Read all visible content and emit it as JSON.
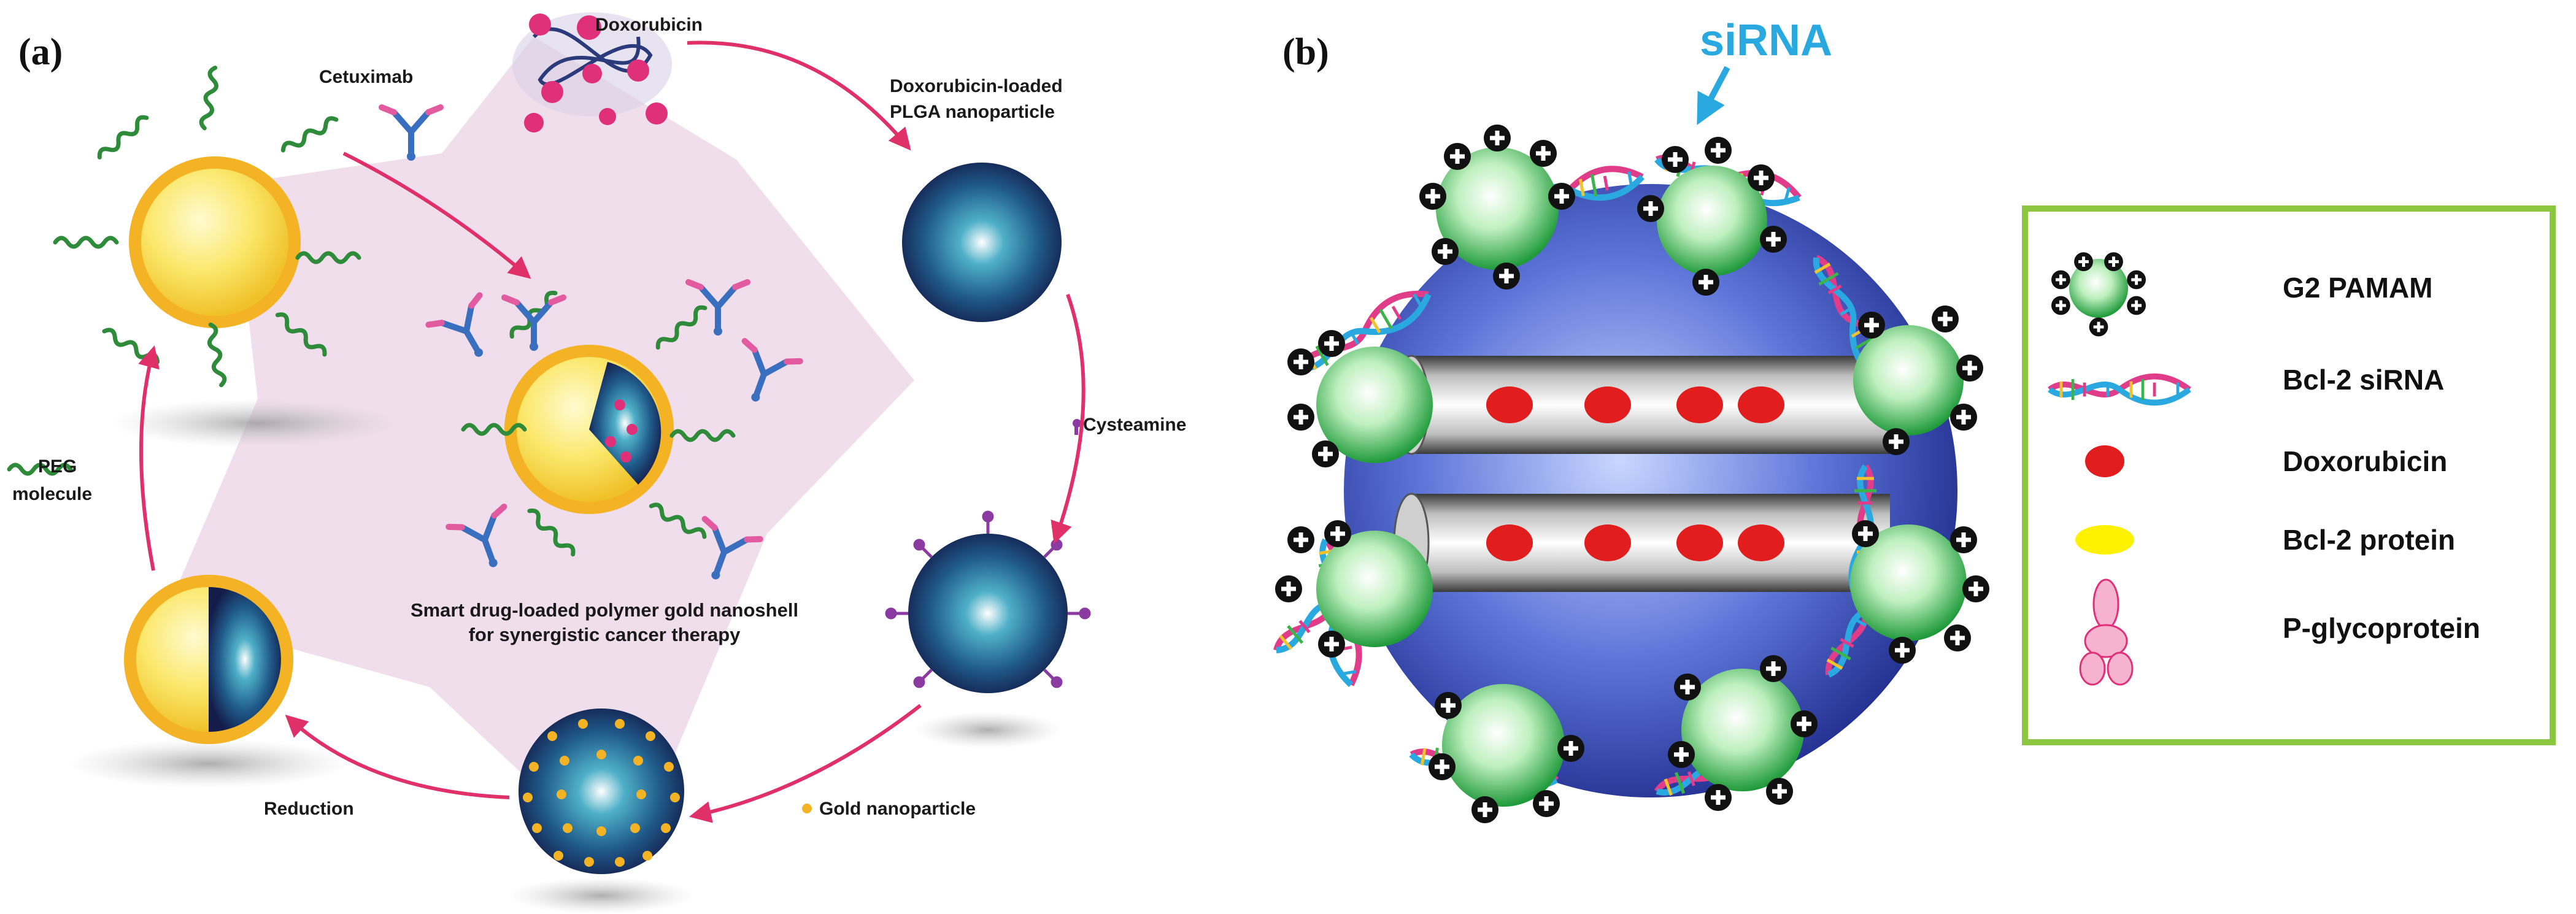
{
  "panel_a": {
    "label": "(a)",
    "doxorubicin": "Doxorubicin",
    "cetuximab": "Cetuximab",
    "dox_plga_line1": "Doxorubicin-loaded",
    "dox_plga_line2": "PLGA nanoparticle",
    "cysteamine": "Cysteamine",
    "peg_line1": "PEG",
    "peg_line2": "molecule",
    "center_line1": "Smart drug-loaded polymer gold nanoshell",
    "center_line2": "for synergistic cancer therapy",
    "reduction": "Reduction",
    "gold_nanoparticle": "Gold nanoparticle"
  },
  "panel_b": {
    "label": "(b)",
    "sirna": "siRNA",
    "legend": [
      {
        "icon": "pamam-icon",
        "text": "G2 PAMAM"
      },
      {
        "icon": "sirna-helix-icon",
        "text": "Bcl-2 siRNA"
      },
      {
        "icon": "red-dot-icon",
        "text": "Doxorubicin"
      },
      {
        "icon": "yellow-ellipse-icon",
        "text": "Bcl-2 protein"
      },
      {
        "icon": "glycoprotein-icon",
        "text": "P-glycoprotein"
      }
    ]
  },
  "colors": {
    "arrow": "#e0306a",
    "gold": "#f3b324",
    "navy": "#1c2a5c",
    "peg_green": "#2e8b3a",
    "legend_border": "#8cc63f",
    "sirna_blue": "#2aa8e0"
  }
}
